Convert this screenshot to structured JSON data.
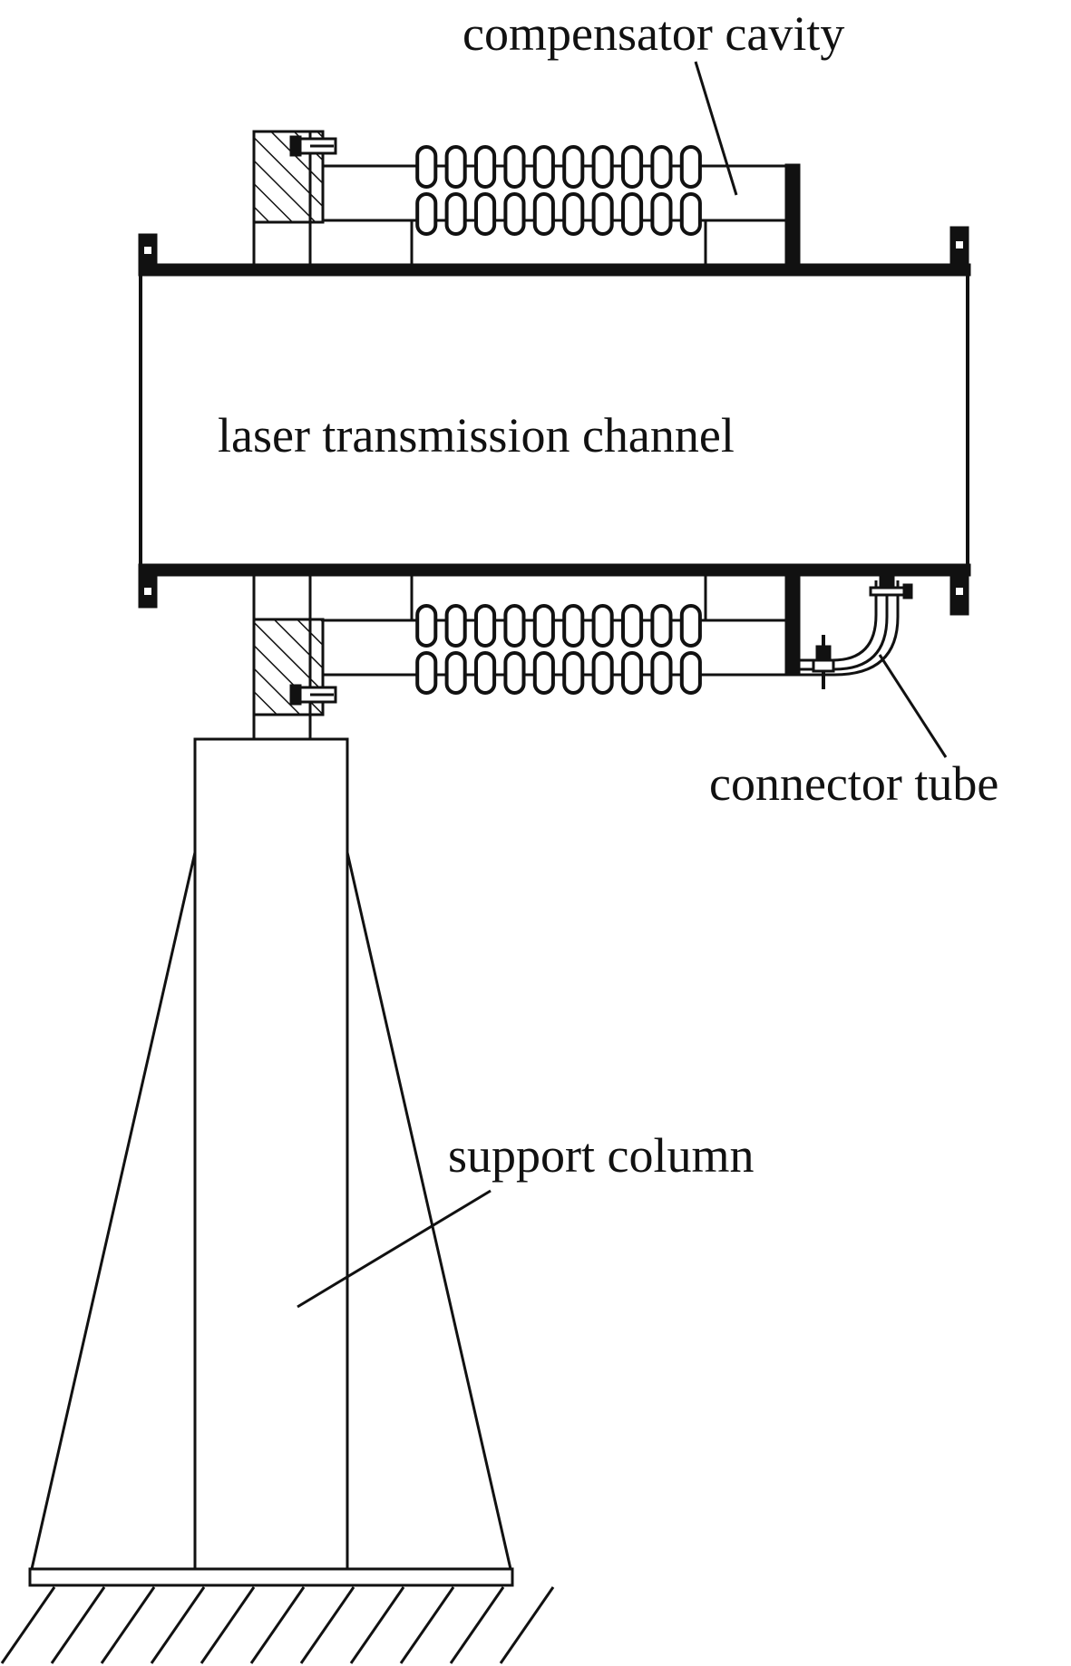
{
  "labels": {
    "compensator_cavity": "compensator cavity",
    "laser_channel": "laser transmission channel",
    "connector_tube": "connector tube",
    "support_column": "support column"
  },
  "colors": {
    "ink": "#111111",
    "background": "#ffffff"
  }
}
